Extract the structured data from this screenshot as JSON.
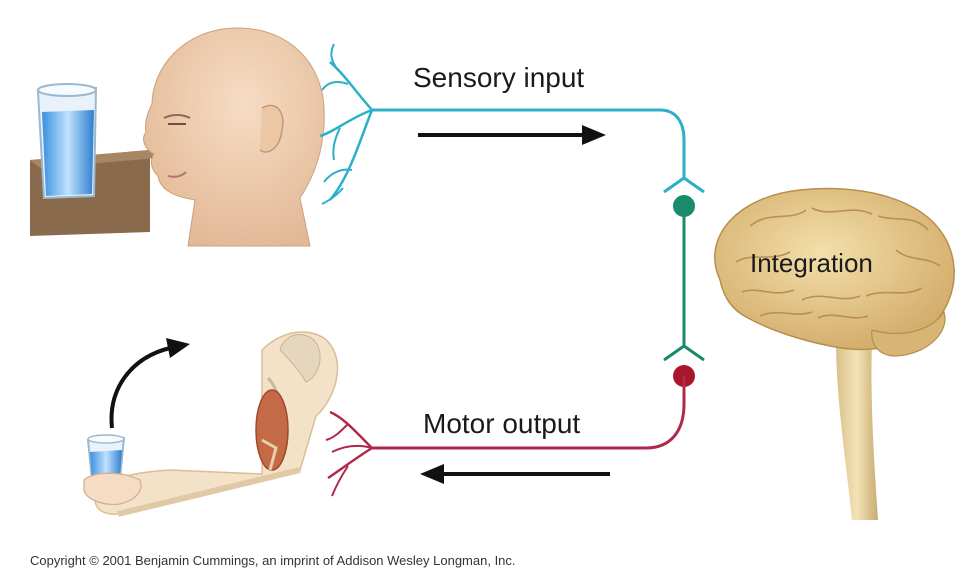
{
  "labels": {
    "sensory": "Sensory input",
    "integration": "Integration",
    "motor": "Motor output"
  },
  "copyright": "Copyright © 2001 Benjamin Cummings, an imprint of Addison Wesley Longman, Inc.",
  "colors": {
    "sensory_nerve": "#2bb0c8",
    "motor_nerve": "#b0294a",
    "synapse_green": "#1a8a6c",
    "synapse_red": "#a8162c",
    "arrow": "#111111",
    "brain": "#e4c98c",
    "skin": "#f1d3b8"
  }
}
